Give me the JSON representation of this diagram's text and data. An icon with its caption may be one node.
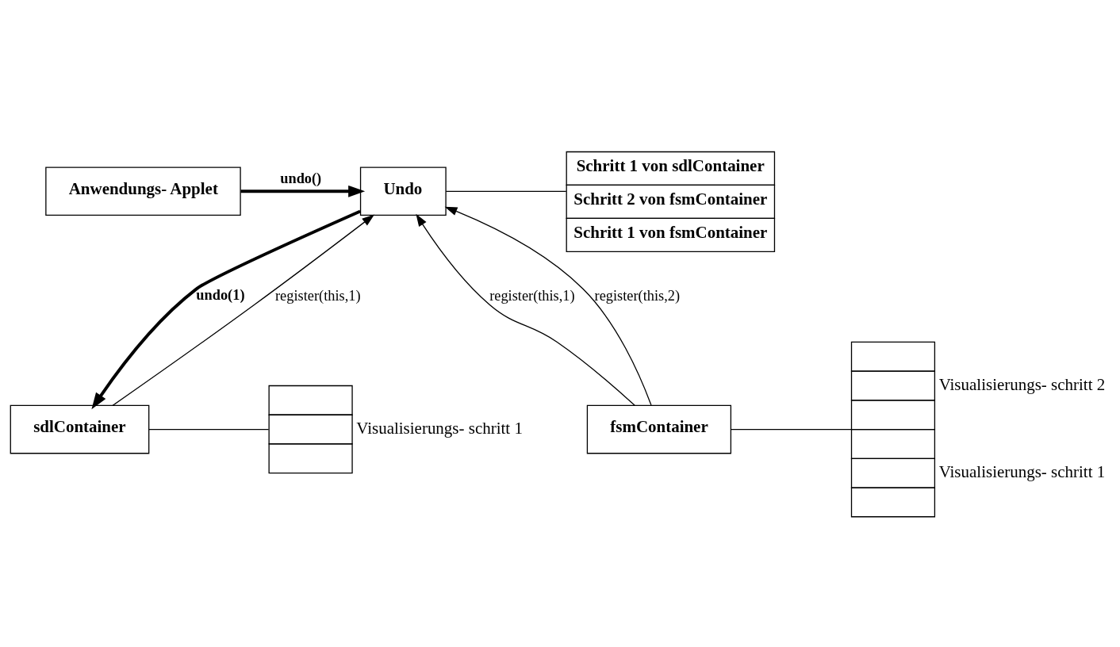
{
  "diagram": {
    "nodes": [
      {
        "text": [
          "Anwendungs- Applet"
        ]
      },
      {
        "text": [
          "Undo"
        ]
      },
      {
        "text": [
          "Schritt 1 von sdlContainer",
          "Schritt 2 von fsmContainer",
          "Schritt 1 von fsmContainer"
        ]
      },
      {
        "text": [
          "sdlContainer"
        ]
      },
      {
        "text": [],
        "shape": "box",
        "beside": [
          "Visualisierungs- schritt 1"
        ]
      },
      {
        "text": [
          "fsmContainer"
        ]
      },
      {
        "text": [],
        "shape": "box",
        "beside": [
          "Visualisierungs- schritt 2",
          "Visualisierungs- schritt 1"
        ]
      }
    ],
    "edges": [
      {
        "from": 0,
        "to": 1,
        "arrow": "to",
        "label": "undo()",
        "style": "thick"
      },
      {
        "from": 1,
        "to": 2,
        "arrow": "none"
      },
      {
        "from": 1,
        "to": 3,
        "arrow": "to",
        "label": "undo(1)",
        "style": "thick"
      },
      {
        "from": 3,
        "to": 1,
        "arrow": "to",
        "label": "register(this,1)"
      },
      {
        "from": 5,
        "to": 1,
        "arrow": "to",
        "label": "register(this,1)"
      },
      {
        "from": 5,
        "to": 1,
        "arrow": "to",
        "label": "register(this,2)"
      },
      {
        "from": 3,
        "to": 4,
        "arrow": "none"
      },
      {
        "from": 5,
        "to": 6,
        "arrow": "none"
      }
    ]
  }
}
